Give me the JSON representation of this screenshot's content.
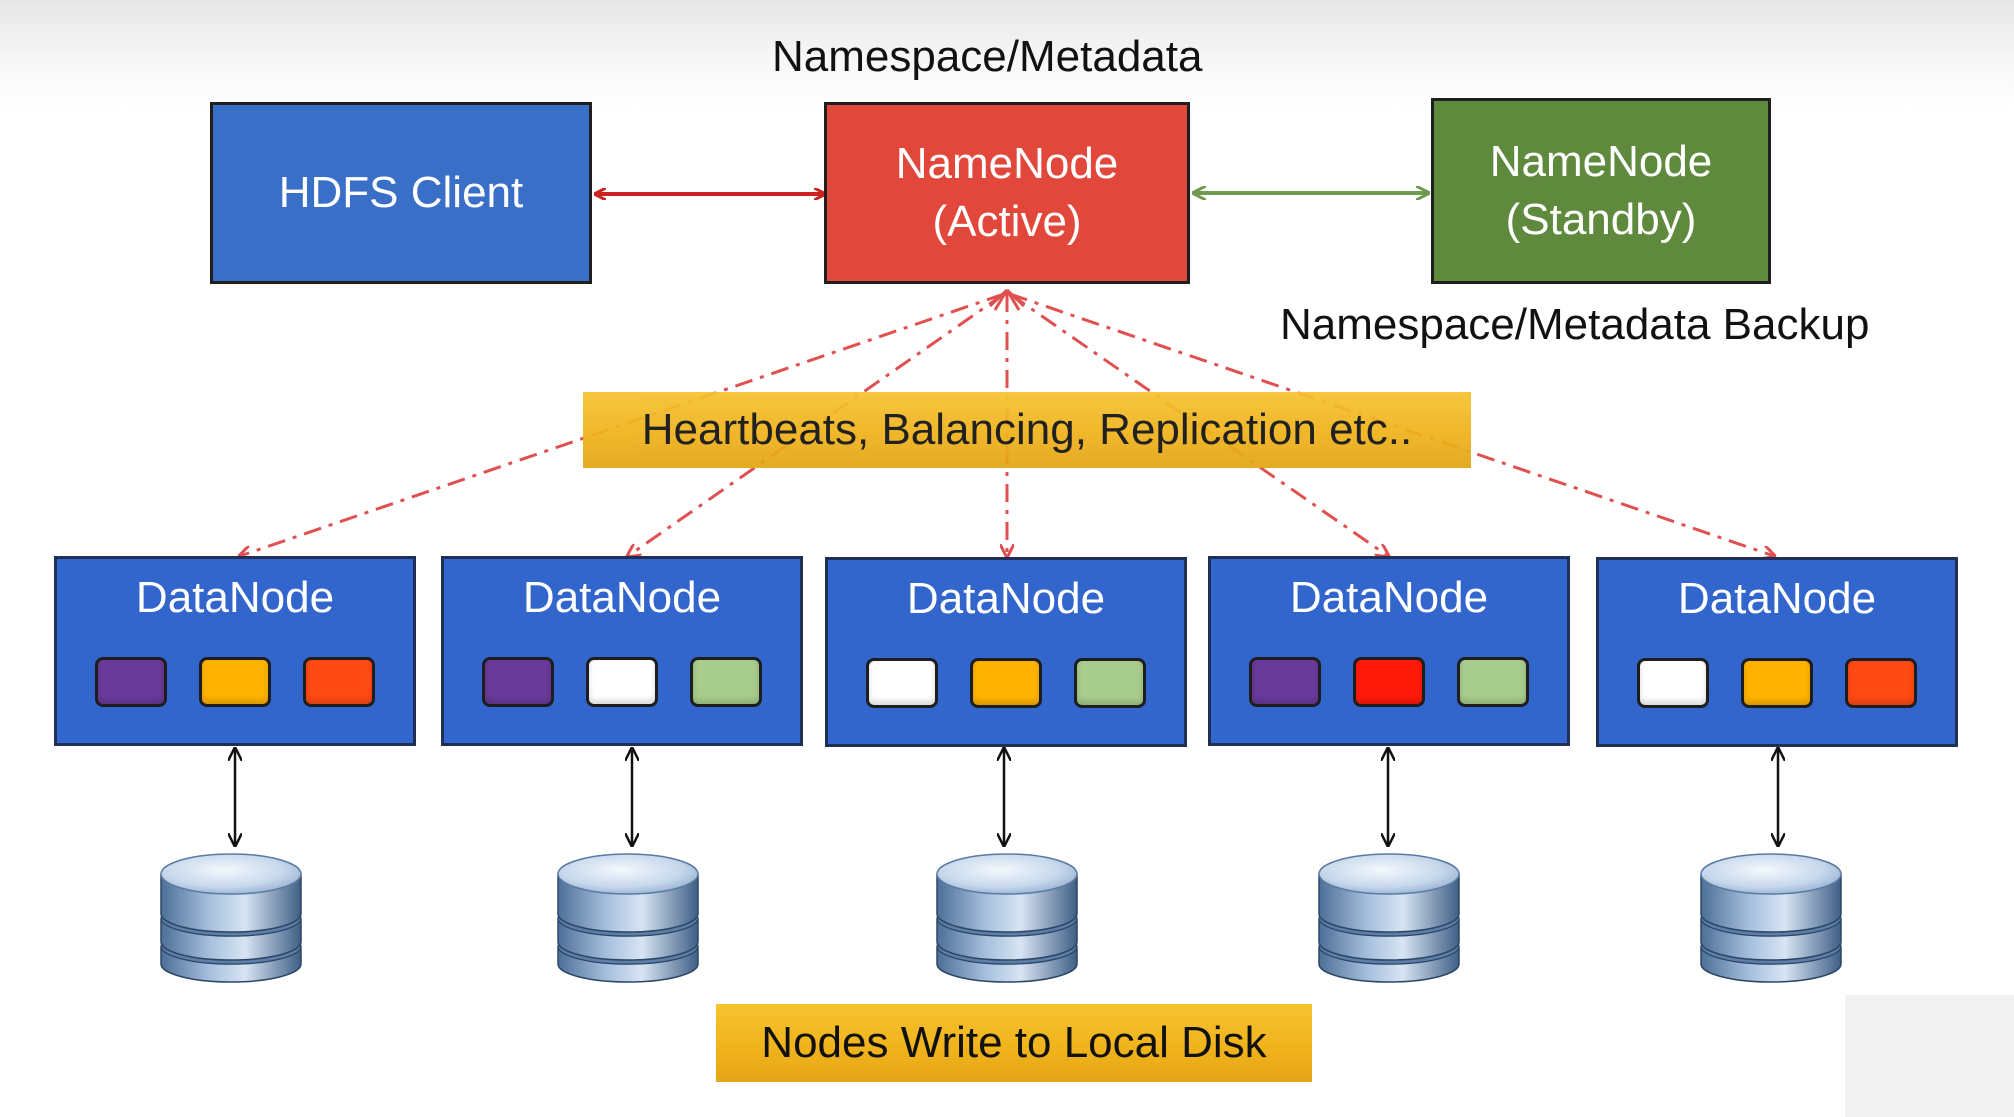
{
  "labels": {
    "namespace_metadata": "Namespace/Metadata",
    "namespace_backup": "Namespace/Metadata Backup"
  },
  "client": {
    "label": "HDFS Client"
  },
  "namenode_active": {
    "line1": "NameNode",
    "line2": "(Active)"
  },
  "namenode_standby": {
    "line1": "NameNode",
    "line2": "(Standby)"
  },
  "banners": {
    "heartbeats": "Heartbeats, Balancing, Replication etc..",
    "local_disk": "Nodes Write to Local Disk"
  },
  "datanodes": [
    {
      "title": "DataNode",
      "blocks": [
        "purple",
        "orange",
        "red-orange"
      ]
    },
    {
      "title": "DataNode",
      "blocks": [
        "purple",
        "white",
        "green"
      ]
    },
    {
      "title": "DataNode",
      "blocks": [
        "white",
        "orange",
        "green"
      ]
    },
    {
      "title": "DataNode",
      "blocks": [
        "purple",
        "red",
        "green"
      ]
    },
    {
      "title": "DataNode",
      "blocks": [
        "white",
        "orange",
        "red-orange"
      ]
    }
  ],
  "colors": {
    "client": "#3a6fc8",
    "active": "#e1473a",
    "standby": "#5f8a3d",
    "datanode": "#3366cc",
    "banner": "#f0b21b",
    "client_arrow": "#cc2222",
    "standby_arrow": "#6f9a4f",
    "dashed_arrow": "#e05050",
    "block_purple": "#6a3a9a",
    "block_orange": "#ffb300",
    "block_red_orange": "#ff4a14",
    "block_red": "#ff1a0a",
    "block_white": "#ffffff",
    "block_green": "#a8cc8c"
  }
}
